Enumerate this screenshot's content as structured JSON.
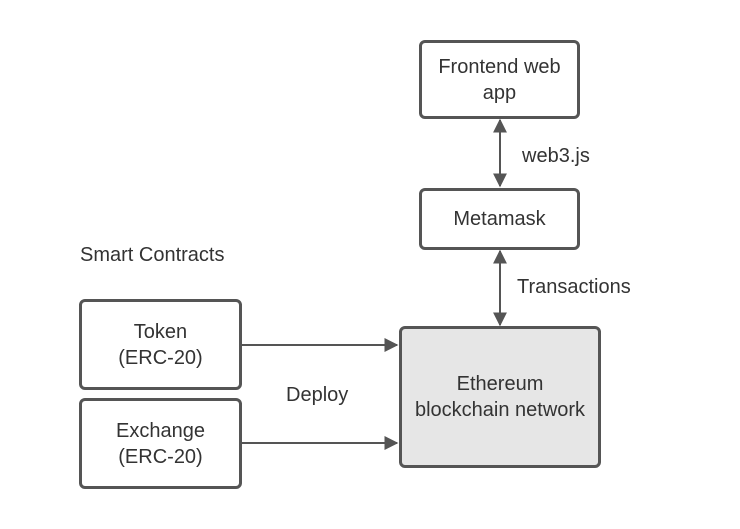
{
  "diagram": {
    "nodes": {
      "frontend": {
        "line1": "Frontend web",
        "line2": "app"
      },
      "metamask": {
        "line1": "Metamask"
      },
      "ethereum": {
        "line1": "Ethereum",
        "line2": "blockchain network"
      },
      "token": {
        "line1": "Token",
        "line2": "(ERC-20)"
      },
      "exchange": {
        "line1": "Exchange",
        "line2": "(ERC-20)"
      }
    },
    "labels": {
      "web3": "web3.js",
      "transactions": "Transactions",
      "deploy": "Deploy",
      "smart_contracts": "Smart Contracts"
    },
    "colors": {
      "stroke": "#555555",
      "text": "#333333",
      "ethereum_fill": "#e6e6e6"
    }
  }
}
